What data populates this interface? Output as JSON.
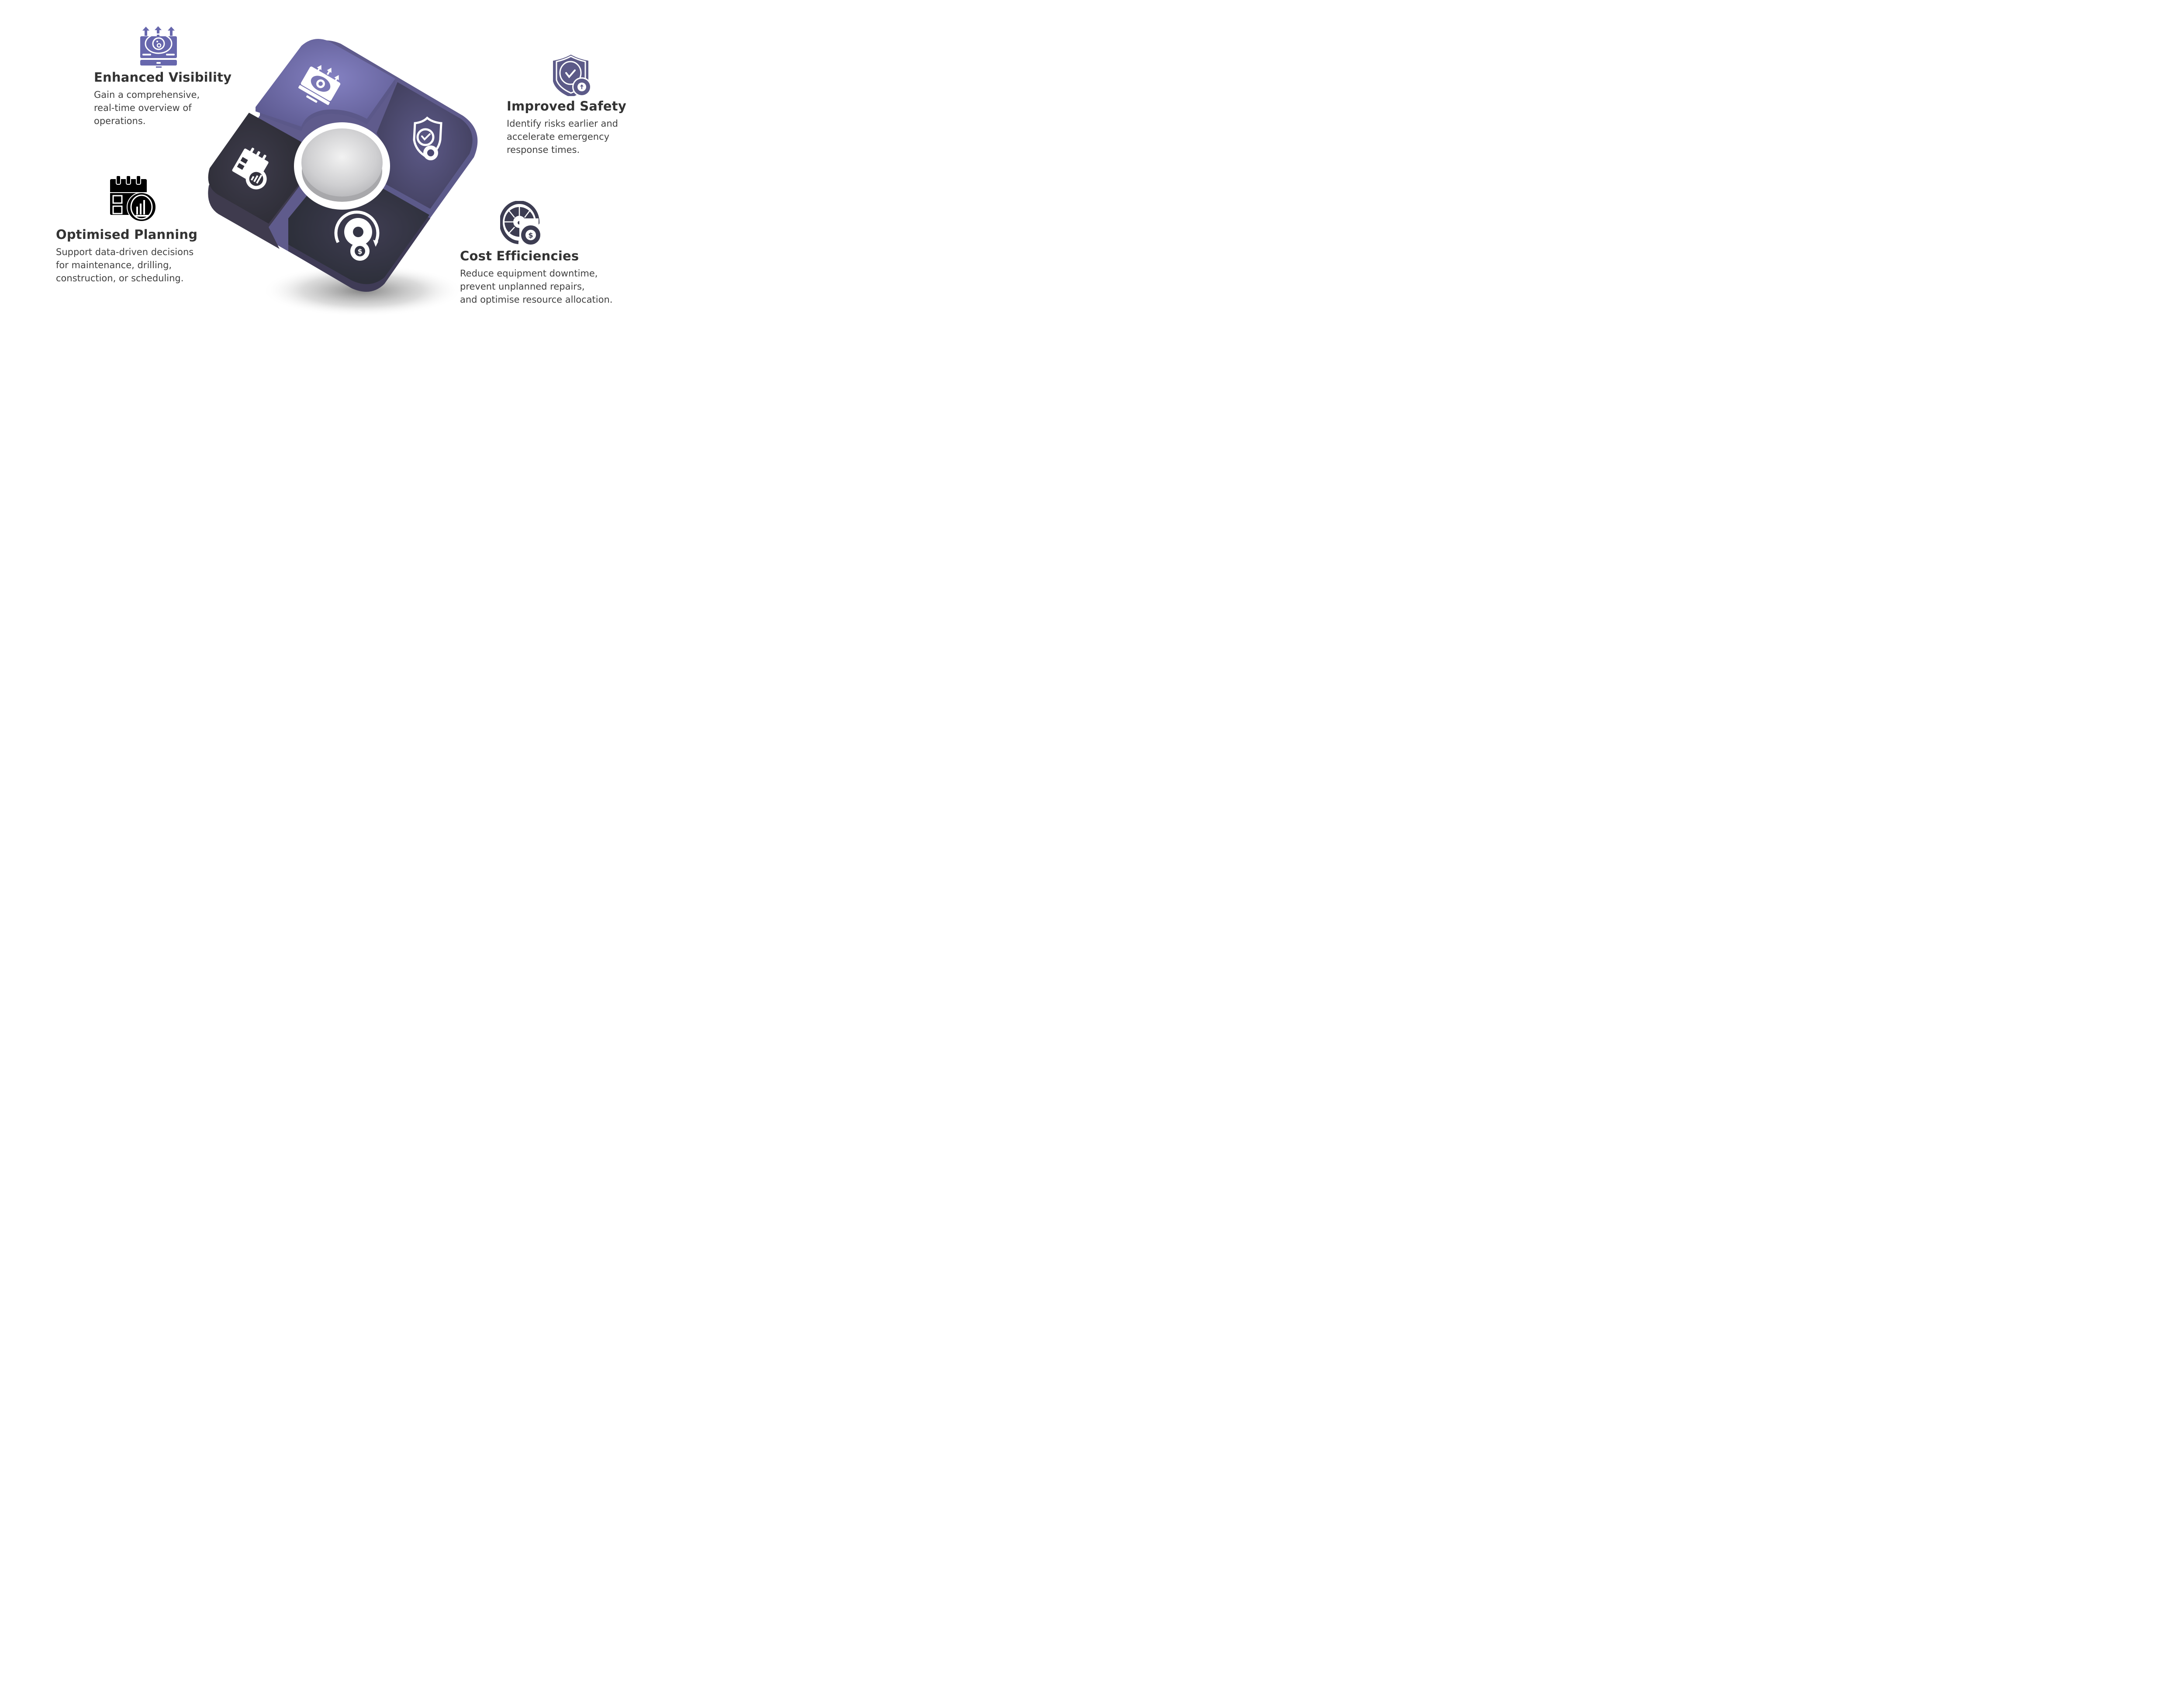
{
  "colors": {
    "background": "#ffffff",
    "heading_text": "#333333",
    "body_text": "#404040",
    "accent_purple": "#6767ad",
    "tile_violet": "#7474ad",
    "tile_indigo": "#4f4c72",
    "tile_charcoal": "#32323d",
    "tile_navy": "#2f3240",
    "icon_safety": "#5c5a88",
    "icon_planning": "#000000",
    "icon_cost": "#3d3d52",
    "dome": "#d9d9db"
  },
  "items": [
    {
      "id": "enhanced-visibility",
      "icon": "monitor-eye-arrows-icon",
      "title": "Enhanced Visibility",
      "lines": [
        "Gain a comprehensive,",
        "real-time overview of",
        "operations."
      ]
    },
    {
      "id": "improved-safety",
      "icon": "shield-check-gear-icon",
      "title": "Improved Safety",
      "lines": [
        "Identify risks earlier and",
        "accelerate emergency",
        "response times."
      ]
    },
    {
      "id": "optimised-planning",
      "icon": "calendar-gear-chart-icon",
      "title": "Optimised Planning",
      "lines": [
        "Support data-driven decisions",
        "for maintenance, drilling,",
        "construction, or scheduling."
      ]
    },
    {
      "id": "cost-efficiencies",
      "icon": "gauge-dollar-gear-icon",
      "title": "Cost Efficiencies",
      "lines": [
        "Reduce equipment downtime,",
        "prevent unplanned repairs,",
        "and optimise resource allocation."
      ]
    }
  ]
}
